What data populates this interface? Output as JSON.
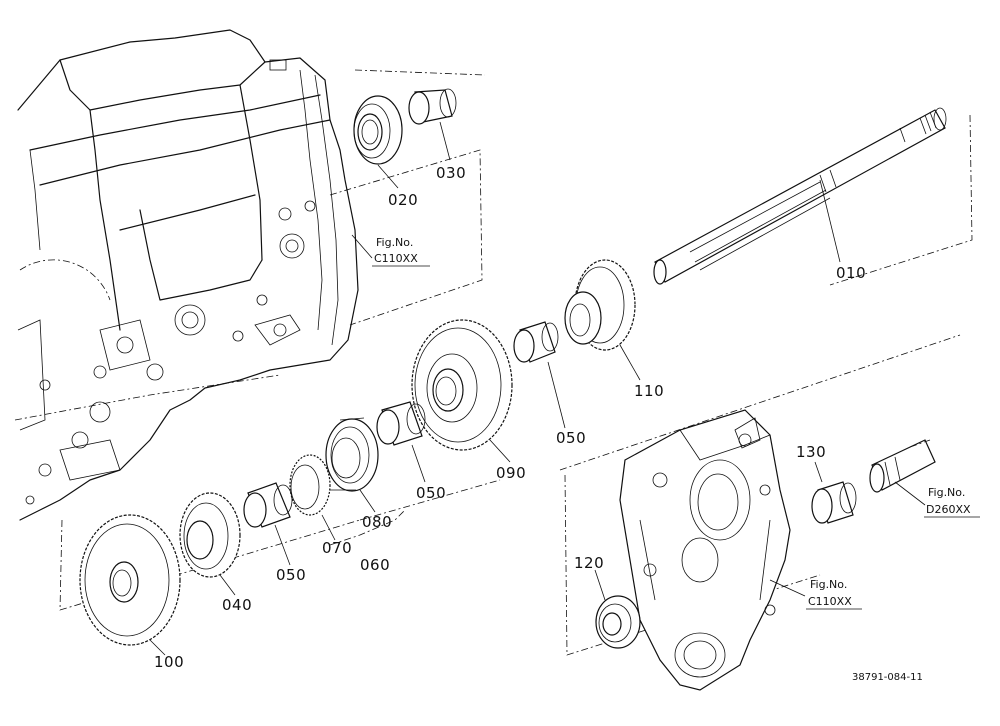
{
  "parts": [
    {
      "key": "p010",
      "label": "010"
    },
    {
      "key": "p020",
      "label": "020"
    },
    {
      "key": "p030",
      "label": "030"
    },
    {
      "key": "p040",
      "label": "040"
    },
    {
      "key": "p050a",
      "label": "050"
    },
    {
      "key": "p050b",
      "label": "050"
    },
    {
      "key": "p050c",
      "label": "050"
    },
    {
      "key": "p060",
      "label": "060"
    },
    {
      "key": "p070",
      "label": "070"
    },
    {
      "key": "p080",
      "label": "080"
    },
    {
      "key": "p090",
      "label": "090"
    },
    {
      "key": "p100",
      "label": "100"
    },
    {
      "key": "p110",
      "label": "110"
    },
    {
      "key": "p120",
      "label": "120"
    },
    {
      "key": "p130",
      "label": "130"
    }
  ],
  "fig_refs": [
    {
      "key": "ref_upper",
      "title": "Fig.No.",
      "code": "C110XX"
    },
    {
      "key": "ref_right",
      "title": "Fig.No.",
      "code": "D260XX"
    },
    {
      "key": "ref_lower",
      "title": "Fig.No.",
      "code": "C110XX"
    }
  ],
  "document_number": "38791-084-11"
}
